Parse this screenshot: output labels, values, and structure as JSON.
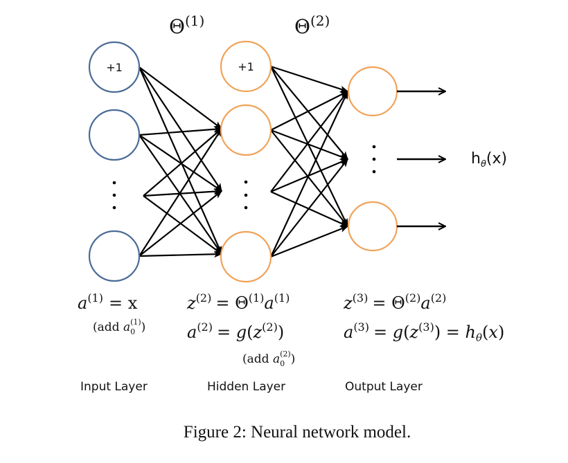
{
  "colors": {
    "input_node": "#4a6b96",
    "hidden_node": "#f0a35a",
    "output_node": "#f0a35a",
    "edge": "#000000"
  },
  "weights": [
    {
      "base": "Θ",
      "sup": "(1)"
    },
    {
      "base": "Θ",
      "sup": "(2)"
    }
  ],
  "layers": {
    "input": {
      "label": "Input Layer",
      "nodes": [
        {
          "id": "i0",
          "text": "+1",
          "bias": true
        },
        {
          "id": "i1",
          "text": ""
        },
        {
          "id": "i_dots",
          "ellipsis": true
        },
        {
          "id": "i2",
          "text": ""
        }
      ]
    },
    "hidden": {
      "label": "Hidden Layer",
      "nodes": [
        {
          "id": "h0",
          "text": "+1",
          "bias": true
        },
        {
          "id": "h1",
          "text": ""
        },
        {
          "id": "h_dots",
          "ellipsis": true
        },
        {
          "id": "h2",
          "text": ""
        }
      ]
    },
    "output": {
      "label": "Output Layer",
      "nodes": [
        {
          "id": "o1",
          "text": ""
        },
        {
          "id": "o_dots",
          "ellipsis": true
        },
        {
          "id": "o2",
          "text": ""
        }
      ]
    }
  },
  "output_label": {
    "base": "h",
    "sub": "θ",
    "rest": "(x)"
  },
  "equations": {
    "input": [
      {
        "lhs": "a",
        "sup": "(1)",
        "rhs": " = x"
      },
      {
        "note": "(add a",
        "note_sub": "0",
        "note_sup": "(1)",
        "note_end": ")"
      }
    ],
    "hidden": [
      {
        "text": "z⁽²⁾ = Θ⁽¹⁾a⁽¹⁾"
      },
      {
        "text": "a⁽²⁾ = g(z⁽²⁾)"
      },
      {
        "note": "(add a",
        "note_sub": "0",
        "note_sup": "(2)",
        "note_end": ")"
      }
    ],
    "output": [
      {
        "text": "z⁽³⁾ = Θ⁽²⁾a⁽²⁾"
      },
      {
        "text": "a⁽³⁾ = g(z⁽³⁾) = hθ(x)"
      }
    ]
  },
  "eq_parts": {
    "a1_base": "a",
    "a1_sup": "(1)",
    "a1_rhs": "= x",
    "add1_pre": "(add ",
    "add1_a": "a",
    "add1_sub": "0",
    "add1_sup": "(1)",
    "add1_end": ")",
    "z2_base": "z",
    "z2_sup": "(2)",
    "z2_eq": "= Θ",
    "z2_th_sup": "(1)",
    "z2_a": "a",
    "z2_a_sup": "(1)",
    "a2_base": "a",
    "a2_sup": "(2)",
    "a2_eq": "= ",
    "a2_g": "g",
    "a2_open": "(",
    "a2_z": "z",
    "a2_z_sup": "(2)",
    "a2_close": ")",
    "add2_pre": "(add ",
    "add2_a": "a",
    "add2_sub": "0",
    "add2_sup": "(2)",
    "add2_end": ")",
    "z3_base": "z",
    "z3_sup": "(3)",
    "z3_eq": "= Θ",
    "z3_th_sup": "(2)",
    "z3_a": "a",
    "z3_a_sup": "(2)",
    "a3_base": "a",
    "a3_sup": "(3)",
    "a3_eq": "= ",
    "a3_g": "g",
    "a3_open": "(",
    "a3_z": "z",
    "a3_z_sup": "(3)",
    "a3_mid": ") = ",
    "a3_h": "h",
    "a3_h_sub": "θ",
    "a3_open2": "(",
    "a3_x": "x",
    "a3_close2": ")"
  },
  "caption": "Figure 2: Neural network model."
}
